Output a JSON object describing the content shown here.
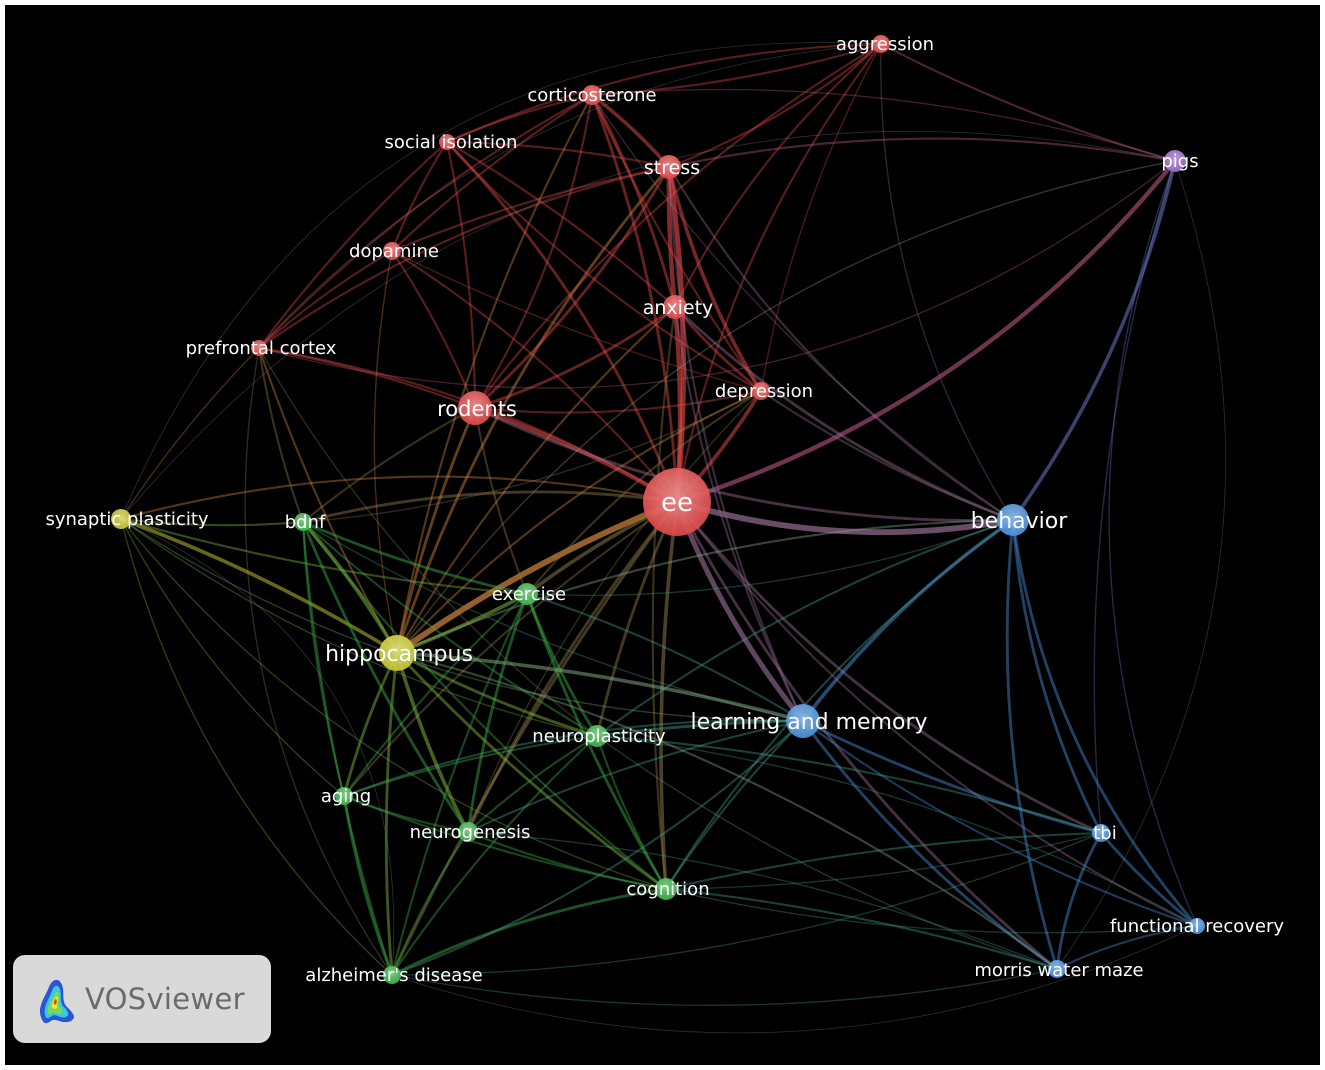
{
  "brand": {
    "name": "VOSviewer"
  },
  "clusters": {
    "red": "#e04848",
    "green": "#3fb24a",
    "blue": "#4a90d9",
    "yellow": "#c8c832",
    "purple": "#9b6bc9"
  },
  "nodes": [
    {
      "id": "ee",
      "label": "ee",
      "cluster": "red"
    },
    {
      "id": "rodents",
      "label": "rodents",
      "cluster": "red"
    },
    {
      "id": "stress",
      "label": "stress",
      "cluster": "red"
    },
    {
      "id": "anxiety",
      "label": "anxiety",
      "cluster": "red"
    },
    {
      "id": "corticosterone",
      "label": "corticosterone",
      "cluster": "red"
    },
    {
      "id": "aggression",
      "label": "aggression",
      "cluster": "red"
    },
    {
      "id": "social_isolation",
      "label": "social isolation",
      "cluster": "red"
    },
    {
      "id": "dopamine",
      "label": "dopamine",
      "cluster": "red"
    },
    {
      "id": "prefrontal_cortex",
      "label": "prefrontal cortex",
      "cluster": "red"
    },
    {
      "id": "depression",
      "label": "depression",
      "cluster": "red"
    },
    {
      "id": "behavior",
      "label": "behavior",
      "cluster": "blue"
    },
    {
      "id": "learning_memory",
      "label": "learning and memory",
      "cluster": "blue"
    },
    {
      "id": "tbi",
      "label": "tbi",
      "cluster": "blue"
    },
    {
      "id": "functional_recovery",
      "label": "functional recovery",
      "cluster": "blue"
    },
    {
      "id": "morris",
      "label": "morris water maze",
      "cluster": "blue"
    },
    {
      "id": "pigs",
      "label": "pigs",
      "cluster": "purple"
    },
    {
      "id": "hippocampus",
      "label": "hippocampus",
      "cluster": "yellow"
    },
    {
      "id": "synaptic_plasticity",
      "label": "synaptic plasticity",
      "cluster": "yellow"
    },
    {
      "id": "bdnf",
      "label": "bdnf",
      "cluster": "green"
    },
    {
      "id": "exercise",
      "label": "exercise",
      "cluster": "green"
    },
    {
      "id": "neuroplasticity",
      "label": "neuroplasticity",
      "cluster": "green"
    },
    {
      "id": "aging",
      "label": "aging",
      "cluster": "green"
    },
    {
      "id": "neurogenesis",
      "label": "neurogenesis",
      "cluster": "green"
    },
    {
      "id": "cognition",
      "label": "cognition",
      "cluster": "green"
    },
    {
      "id": "alzheimers",
      "label": "alzheimer's disease",
      "cluster": "green"
    }
  ]
}
